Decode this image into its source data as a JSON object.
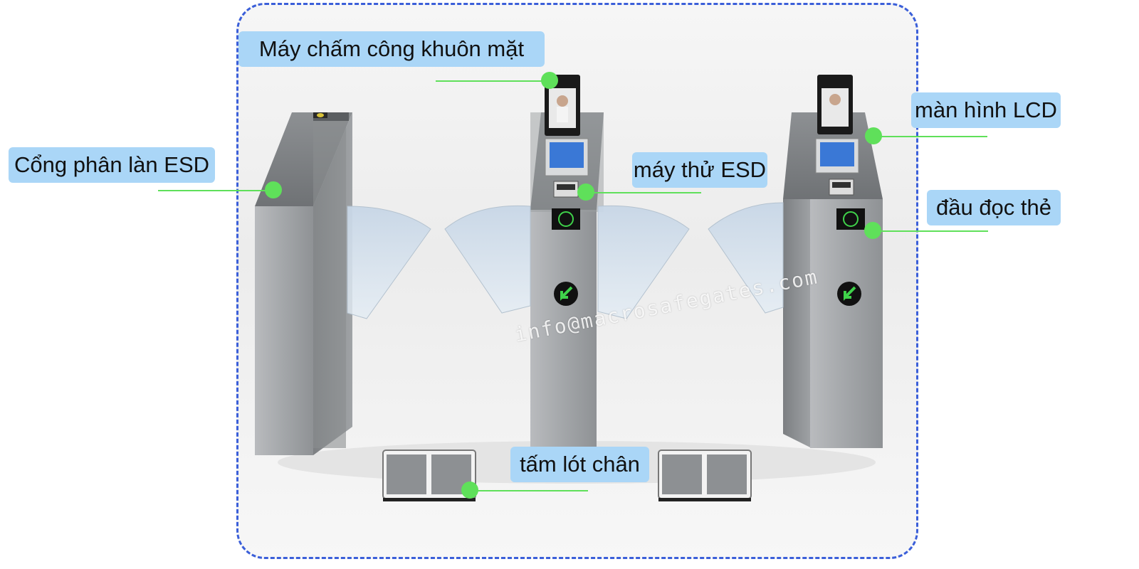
{
  "labels": {
    "face_terminal": "Máy chấm công khuôn mặt",
    "esd_gate": "Cổng phân làn ESD",
    "lcd_screen": "màn hình LCD",
    "esd_tester": "máy thử ESD",
    "card_reader": "đầu đọc thẻ",
    "foot_plate": "tấm lót chân"
  },
  "watermark": "info@macrosafegates.com",
  "colors": {
    "label_bg": "#aad6f7",
    "leader_green": "#5fe05a",
    "frame_border": "#3b5fd9",
    "steel": "#a9acaf",
    "direction_arrow": "#3fd24a"
  }
}
